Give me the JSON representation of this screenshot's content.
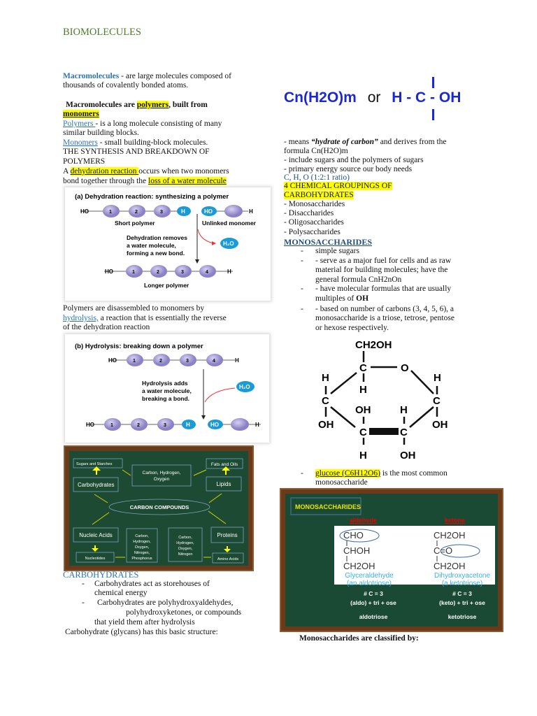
{
  "title": "BIOMOLECULES",
  "left": {
    "macro_term": "Macromolecules",
    "macro_def": " - are large molecules composed of",
    "macro_def2": "thousands of covalently bonded atoms.",
    "bold_a": "Macromolecules are ",
    "bold_polymers": "polymers",
    "bold_b": ", built from",
    "bold_monomers": "monomers",
    "poly_term": "Polymers ",
    "poly_def": " - is a long molecule consisting of many",
    "poly_def2": "similar building blocks.",
    "mono_term": "Monomers",
    "mono_def": " - small building-block molecules.",
    "synth1": "THE SYNTHESIS AND BREAKDOWN OF",
    "synth2": "POLYMERS",
    "dehy_a": "A ",
    "dehy_hl": "dehydration reaction ",
    "dehy_b": "occurs when two monomers",
    "bond_a": "bond together through the ",
    "bond_hl": "loss of a water molecule",
    "hyd1": "Polymers are disassembled to monomers by",
    "hyd_term": "hydrolysis,",
    "hyd2": " a reaction that is essentially the reverse",
    "hyd3": "of the dehydration reaction",
    "carb_heading": "CARBOHYDRATES",
    "carb_items": [
      {
        "bullet": "-",
        "l1": "Carbohydrates act as storehouses of",
        "l2": "chemical energy"
      },
      {
        "bullet": "-",
        "l1": "Carbohydrates are polyhydroxyaldehydes,",
        "l2": "polyhydroxyketones, or compounds",
        "l3": "that yield them after hydrolysis"
      }
    ],
    "carb_structure": "Carbohydrate (glycans) has this basic structure:"
  },
  "dehydration_figure": {
    "title": "(a) Dehydration reaction: synthesizing a polymer",
    "ho": "HO",
    "h": "H",
    "n1": "1",
    "n2": "2",
    "n3": "3",
    "n4": "4",
    "short": "Short polymer",
    "unlinked": "Unlinked monomer",
    "note1": "Dehydration removes",
    "note2": "a water molecule,",
    "note3": "forming a new bond.",
    "water": "H₂O",
    "longer": "Longer polymer"
  },
  "hydrolysis_figure": {
    "title": "(b) Hydrolysis: breaking down a polymer",
    "ho": "HO",
    "h": "H",
    "n1": "1",
    "n2": "2",
    "n3": "3",
    "n4": "4",
    "note1": "Hydrolysis adds",
    "note2": "a water molecule,",
    "note3": "breaking a bond.",
    "water": "H₂O"
  },
  "carbon_board": {
    "sugars": "Sugars and Starches",
    "carbohydrates": "Carbohydrates",
    "chO1": "Carbon, Hydrogen,",
    "chO2": "Oxygen",
    "fats": "Fats and Oils",
    "lipids": "Lipids",
    "center": "CARBON COMPOUNDS",
    "nucleic": "Nucleic Acids",
    "nucleotides": "Nucleotides",
    "chonp": [
      "Carbon,",
      "Hydrogen,",
      "Oxygen,",
      "Nitrogen,",
      "Phosphorus"
    ],
    "chon": [
      "Carbon,",
      "Hydrogen,",
      "Oxygen,",
      "Nitrogen"
    ],
    "proteins": "Proteins",
    "amino": "Amino Acids"
  },
  "right": {
    "formula_cn": "Cn(H2O)m",
    "formula_or": "or",
    "formula_hcoh": "H - C - OH",
    "means_a": "- means ",
    "means_i": "“hydrate of carbon”",
    "means_b": " and derives from the",
    "means_c": "formula    Cn(H2O)m",
    "include": "- include sugars and the polymers of sugars",
    "primary": "- primary energy source our body needs",
    "ratio": "C, H, O (1:2:1 ratio)",
    "groupings1": "4 CHEMICAL GROUPINGS OF",
    "groupings2": "CARBOHYDRATES",
    "groups": [
      "- Monosaccharides",
      "- Disaccharides",
      "- Oligosaccharides",
      "- Polysaccharides"
    ],
    "mono_heading": "MONOSACCHARIDES",
    "mono_items": [
      {
        "bullet": "-",
        "lines": [
          "simple sugars"
        ]
      },
      {
        "bullet": "-",
        "lines": [
          "- serve as a major fuel for cells and as raw",
          "material for building molecules; have the",
          "general formula CnH2nOn"
        ]
      },
      {
        "bullet": "-",
        "lines": [
          "- have molecular formulas that are usually",
          "multiples of "
        ],
        "bold": "OH"
      },
      {
        "bullet": "-",
        "lines": [
          "- based on number of carbons (3, 4, 5, 6), a",
          "monosaccharide is a triose, tetrose, pentose",
          "or hexose respectively."
        ]
      }
    ],
    "glucose_bullet": "-",
    "glucose_hl": "glucose (C6H12O6)",
    "glucose_rest": " is the most common",
    "glucose_l2": "monosaccharide",
    "classified": "Monosaccharides are classified by:"
  },
  "glucose_ring": {
    "labels": [
      "CH2OH",
      "C",
      "O",
      "H",
      "H",
      "C",
      "OH",
      "H",
      "C",
      "OH",
      "OH",
      "H",
      "C",
      "C",
      "H",
      "OH"
    ]
  },
  "mono_board": {
    "heading": "MONOSACCHARIDES",
    "aldehyde": "aldehyde",
    "ketone": "ketone",
    "ald_lines": [
      "CHO",
      "CHOH",
      "CH2OH"
    ],
    "ket_lines": [
      "CH2OH",
      "C=O",
      "CH2OH"
    ],
    "ald_name": "Glyceraldehyde",
    "ald_sub": "(an aldotriose)",
    "ket_name": "Dihydroxyacetone",
    "ket_sub": "(a ketotriose)",
    "count": "# C = 3",
    "ald_formula": "(aldo) + tri + ose",
    "ket_formula": "(keto) + tri + ose",
    "aldotriose": "aldotriose",
    "ketotriose": "ketotriose"
  },
  "colors": {
    "title": "#4f7a28",
    "link_blue": "#2e74b5",
    "highlight": "#ffff00",
    "monomer": "#9a93d0",
    "blue_tag": "#1a9ad6",
    "board": "#1d4a33",
    "frame": "#6b3a1a"
  }
}
